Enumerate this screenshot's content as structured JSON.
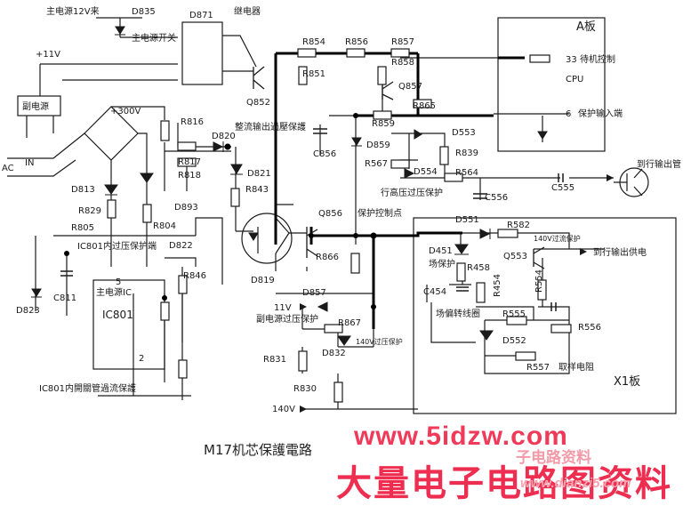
{
  "title": "M17机芯保護電路",
  "watermark": {
    "url": "www.5idzw.com",
    "cn": "大量电子电路图资料",
    "cn_small": "子电路资料",
    "url_small": "www.dianzi5.com"
  },
  "labels": {
    "main12v": "主电源12V来",
    "d835": "D835",
    "d871": "D871",
    "relay": "继电器",
    "mainsw": "主电源开关",
    "v11": "+11V",
    "subpsu": "副电源",
    "v300": "+300V",
    "ac": "AC",
    "in": "IN",
    "r816": "R816",
    "d820": "D820",
    "rectovp": "整流输出過壓保護",
    "r817": "R817",
    "r818": "R818",
    "d813": "D813",
    "r829": "R829",
    "r805": "R805",
    "r804": "R804",
    "d893": "D893",
    "d822": "D822",
    "ic801ovp": "IC801内过压保护端",
    "c811": "C811",
    "d823": "D823",
    "mainic": "主电源IC",
    "ic801": "IC801",
    "p5": "5",
    "p2": "2",
    "r846": "R846",
    "ic801ocp": "IC801内開關管過流保護",
    "r854": "R854",
    "r856": "R856",
    "r857": "R857",
    "r851": "R851",
    "q852": "Q852",
    "r858": "R858",
    "q857": "Q857",
    "r865": "R865",
    "r859": "R859",
    "d859": "D859",
    "d553": "D553",
    "r839": "R839",
    "c856": "C856",
    "d821": "D821",
    "r843": "R843",
    "r567": "R567",
    "d554": "D554",
    "r564": "R564",
    "hvprot": "行高压过压保护",
    "c556": "C556",
    "c555": "C555",
    "tohout": "到行输出管",
    "d819": "D819",
    "q856": "Q856",
    "protpoint": "保护控制点",
    "r866": "R866",
    "d551": "D551",
    "r582": "R582",
    "ocp140": "140V过流保护",
    "d451": "D451",
    "fieldprot": "场保护",
    "q553": "Q553",
    "r458": "R458",
    "tohpwr": "到行输出供电",
    "c454": "C454",
    "r454": "R454",
    "r554": "R554",
    "coil": "场偏转线圈",
    "r555": "R555",
    "r556": "R556",
    "d552": "D552",
    "r557": "R557",
    "sampr": "取样电阻",
    "x1": "X1板",
    "d857": "D857",
    "v11b": "11V",
    "subovp": "副电源过压保护",
    "r867": "R867",
    "r831": "R831",
    "d832": "D832",
    "ovp140": "140V过压保护",
    "r830": "R830",
    "v140": "140V",
    "aboard": "A板",
    "p33": "33",
    "stbctl": "待机控制",
    "cpu": "CPU",
    "p6": "6",
    "protin": "保护输入端"
  },
  "colors": {
    "line": "#1a1a1a",
    "bold": "#000000",
    "watermark": "#ee2e50"
  }
}
